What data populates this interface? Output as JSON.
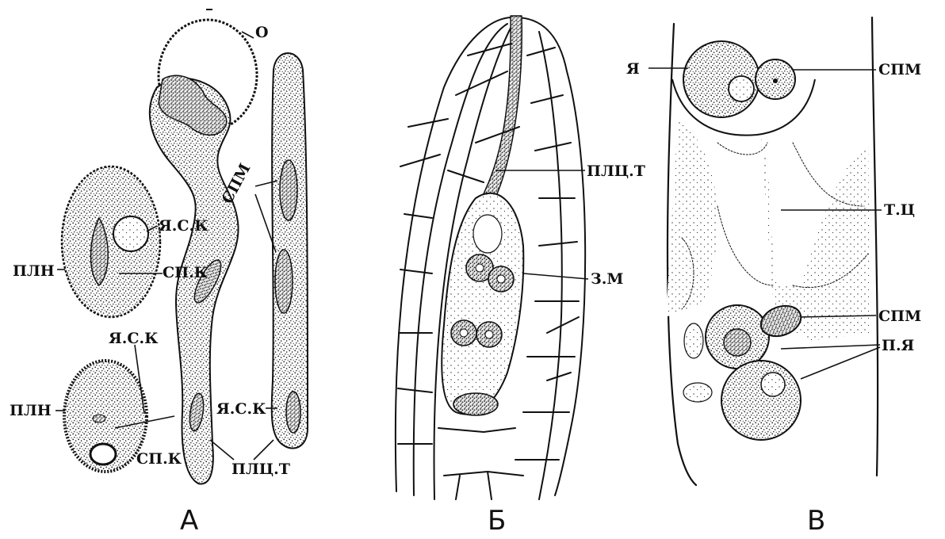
{
  "panels": {
    "a": {
      "letter": "А",
      "labels": {
        "o": "О",
        "spm": "СПМ",
        "jask1": "Я.С.К",
        "pln1": "ПЛН",
        "spk1": "СП.К",
        "jask2": "Я.С.К",
        "pln2": "ПЛН",
        "spk2": "СП.К",
        "jask3": "Я.С.К",
        "plct": "ПЛЦ.Т"
      }
    },
    "b": {
      "letter": "Б",
      "labels": {
        "plct": "ПЛЦ.Т",
        "zm": "З.М"
      }
    },
    "c": {
      "letter": "В",
      "labels": {
        "ja": "Я",
        "spm1": "СПМ",
        "tc": "Т.Ц",
        "spm2": "СПМ",
        "pja": "П.Я"
      }
    }
  },
  "colors": {
    "ink": "#111111",
    "stipple": "#2a2a2a",
    "background": "#ffffff"
  }
}
